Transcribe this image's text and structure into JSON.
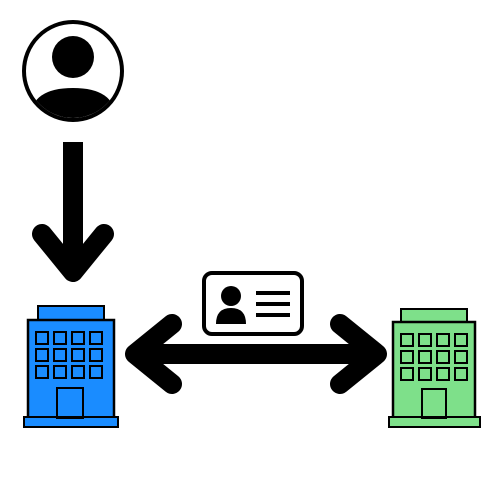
{
  "diagram": {
    "nodes": [
      {
        "id": "user",
        "icon": "user-avatar-icon"
      },
      {
        "id": "building-left",
        "icon": "office-building-icon",
        "color": "#1a8cff"
      },
      {
        "id": "building-right",
        "icon": "office-building-icon",
        "color": "#7ee08a"
      },
      {
        "id": "id-card",
        "icon": "id-card-icon"
      }
    ],
    "edges": [
      {
        "from": "user",
        "to": "building-left",
        "style": "single-arrow"
      },
      {
        "from": "building-left",
        "to": "building-right",
        "style": "double-arrow"
      }
    ],
    "colors": {
      "stroke": "#000000",
      "background": "#ffffff",
      "avatar_fill": "#000000",
      "card_fill": "#ffffff",
      "left_building": "#1a8cff",
      "right_building": "#7ee08a"
    }
  }
}
